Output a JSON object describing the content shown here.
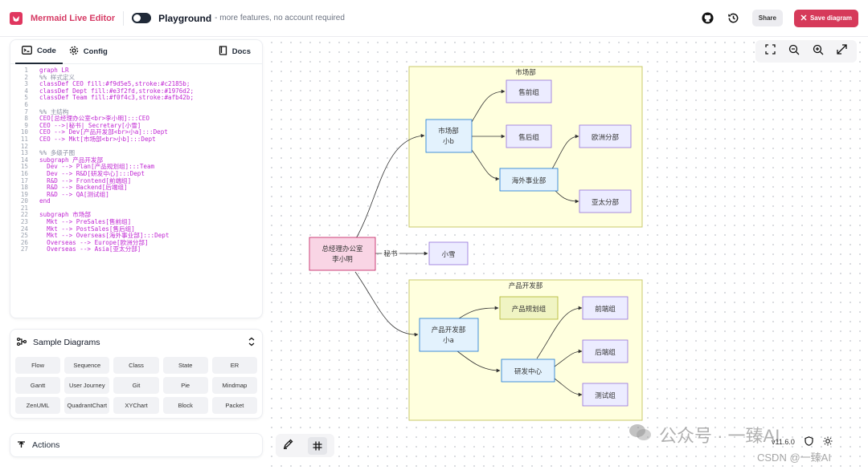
{
  "header": {
    "app_title": "Mermaid Live Editor",
    "playground_label": "Playground",
    "playground_sub": "- more features, no account required",
    "share_label": "Share",
    "save_label": "Save diagram"
  },
  "editor": {
    "tabs": {
      "code": "Code",
      "config": "Config",
      "docs": "Docs"
    },
    "lines": [
      {
        "n": "1",
        "t": "graph LR"
      },
      {
        "n": "2",
        "t": "%% 样式定义",
        "c": true
      },
      {
        "n": "3",
        "t": "classDef CEO fill:#f9d5e5,stroke:#c2185b;"
      },
      {
        "n": "4",
        "t": "classDef Dept fill:#e3f2fd,stroke:#1976d2;"
      },
      {
        "n": "5",
        "t": "classDef Team fill:#f0f4c3,stroke:#afb42b;"
      },
      {
        "n": "6",
        "t": ""
      },
      {
        "n": "7",
        "t": "%% 主结构",
        "c": true
      },
      {
        "n": "8",
        "t": "CEO[总经理办公室<br>李小明]:::CEO"
      },
      {
        "n": "9",
        "t": "CEO -->|秘书| Secretary[小雪]"
      },
      {
        "n": "10",
        "t": "CEO --> Dev[产品开发部<br>小a]:::Dept"
      },
      {
        "n": "11",
        "t": "CEO --> Mkt[市场部<br>小b]:::Dept"
      },
      {
        "n": "12",
        "t": ""
      },
      {
        "n": "13",
        "t": "%% 多级子图",
        "c": true
      },
      {
        "n": "14",
        "t": "subgraph 产品开发部"
      },
      {
        "n": "15",
        "t": "  Dev --> Plan[产品规划组]:::Team"
      },
      {
        "n": "16",
        "t": "  Dev --> R&D[研发中心]:::Dept"
      },
      {
        "n": "17",
        "t": "  R&D --> Frontend[前端组]"
      },
      {
        "n": "18",
        "t": "  R&D --> Backend[后端组]"
      },
      {
        "n": "19",
        "t": "  R&D --> QA[测试组]"
      },
      {
        "n": "20",
        "t": "end"
      },
      {
        "n": "21",
        "t": ""
      },
      {
        "n": "22",
        "t": "subgraph 市场部"
      },
      {
        "n": "23",
        "t": "  Mkt --> PreSales[售前组]"
      },
      {
        "n": "24",
        "t": "  Mkt --> PostSales[售后组]"
      },
      {
        "n": "25",
        "t": "  Mkt --> Overseas[海外事业部]:::Dept"
      },
      {
        "n": "26",
        "t": "  Overseas --> Europe[欧洲分部]"
      },
      {
        "n": "27",
        "t": "  Overseas --> Asia[亚太分部]"
      }
    ]
  },
  "samples": {
    "title": "Sample Diagrams",
    "items": [
      "Flow",
      "Sequence",
      "Class",
      "State",
      "ER",
      "Gantt",
      "User Journey",
      "Git",
      "Pie",
      "Mindmap",
      "ZenUML",
      "QuadrantChart",
      "XYChart",
      "Block",
      "Packet"
    ]
  },
  "actions": {
    "title": "Actions"
  },
  "diagram": {
    "market_subgraph": "市场部",
    "dev_subgraph": "产品开发部",
    "ceo": [
      "总经理办公室",
      "李小明"
    ],
    "secretary_edge": "秘书",
    "secretary": "小雪",
    "mkt": [
      "市场部",
      "小b"
    ],
    "presales": "售前组",
    "postsales": "售后组",
    "overseas": "海外事业部",
    "europe": "欧洲分部",
    "asia": "亚太分部",
    "dev": [
      "产品开发部",
      "小a"
    ],
    "plan": "产品规划组",
    "rd": "研发中心",
    "frontend": "前端组",
    "backend": "后端组",
    "qa": "测试组"
  },
  "footer": {
    "version": "v11.6.0",
    "watermark": "公众号 · 一臻AI",
    "watermark2": "CSDN @一臻AI"
  },
  "colors": {
    "brand": "#e0365f",
    "ceo_fill": "#f9d5e5",
    "ceo_stroke": "#c2185b",
    "dept_fill": "#e3f2fd",
    "dept_stroke": "#1976d2",
    "team_fill": "#f0f4c3",
    "team_stroke": "#afb42b",
    "subgraph_fill": "#ffffde",
    "subgraph_stroke": "#c8c86a",
    "node_fill": "#ececff",
    "node_stroke": "#9370db"
  }
}
